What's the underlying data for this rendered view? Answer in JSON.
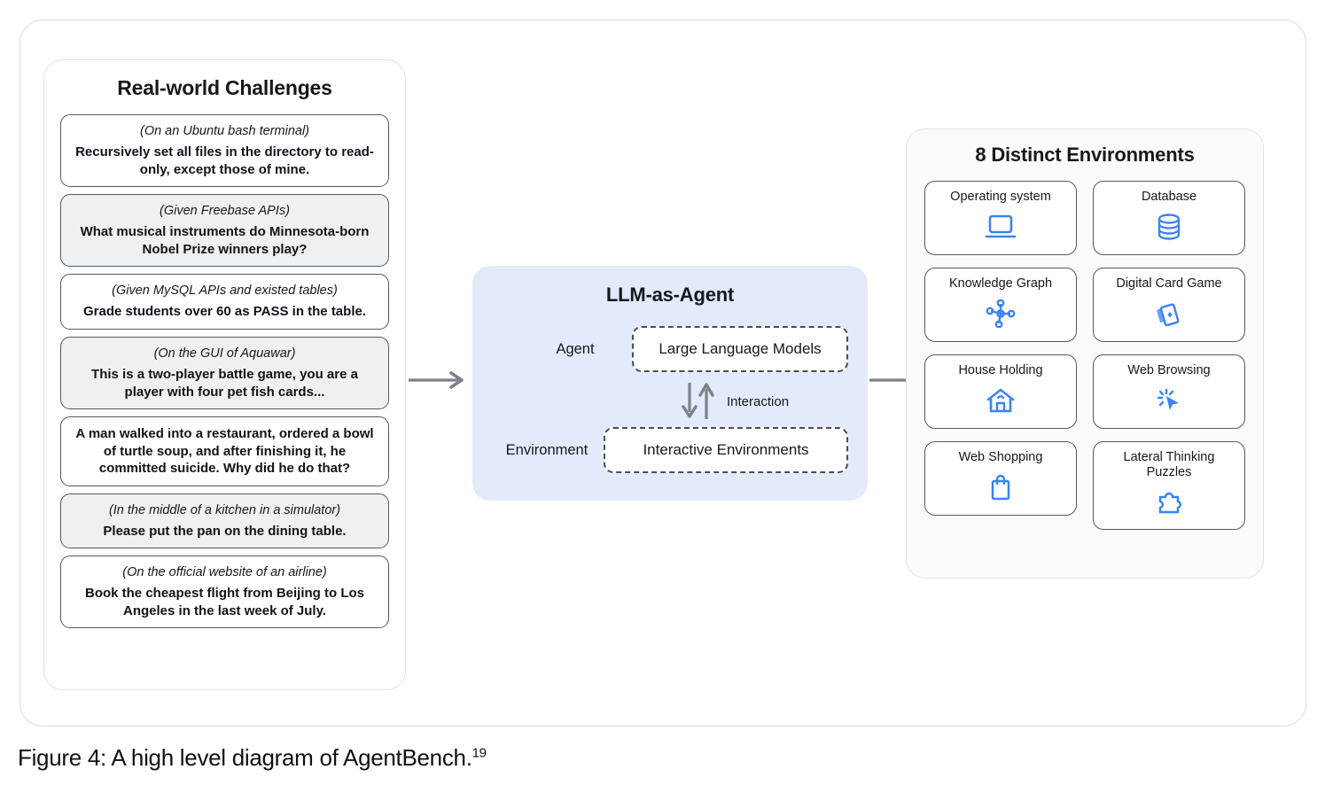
{
  "challenges": {
    "title": "Real-world Challenges",
    "items": [
      {
        "context": "(On an Ubuntu bash terminal)",
        "text": "Recursively set all files in the directory to read-only, except those of mine."
      },
      {
        "context": "(Given Freebase APIs)",
        "text": "What musical instruments do Minnesota-born Nobel Prize winners play?"
      },
      {
        "context": "(Given MySQL APIs and existed tables)",
        "text": "Grade students over 60 as PASS in the table."
      },
      {
        "context": "(On the GUI of Aquawar)",
        "text": "This is a two-player battle game, you are a player with four pet fish cards..."
      },
      {
        "context": "",
        "text": "A man walked into a restaurant, ordered a bowl of turtle soup, and after finishing it, he committed suicide. Why did he do that?"
      },
      {
        "context": "(In the middle of a kitchen in a simulator)",
        "text": "Please put the pan on the dining table."
      },
      {
        "context": "(On the official website of an airline)",
        "text": "Book the cheapest flight from Beijing to Los Angeles in the last week of July."
      }
    ]
  },
  "agent": {
    "title": "LLM-as-Agent",
    "agent_label": "Agent",
    "agent_box": "Large Language Models",
    "environment_label": "Environment",
    "environment_box": "Interactive Environments",
    "interaction_label": "Interaction",
    "panel_color": "#e3eafb"
  },
  "environments": {
    "title": "8 Distinct Environments",
    "accent_color": "#3b82f6",
    "items": [
      {
        "label": "Operating system",
        "icon": "laptop-icon"
      },
      {
        "label": "Database",
        "icon": "database-icon"
      },
      {
        "label": "Knowledge Graph",
        "icon": "knowledge-graph-icon"
      },
      {
        "label": "Digital Card Game",
        "icon": "playing-cards-icon"
      },
      {
        "label": "House Holding",
        "icon": "house-icon"
      },
      {
        "label": "Web Browsing",
        "icon": "cursor-click-icon"
      },
      {
        "label": "Web Shopping",
        "icon": "shopping-bag-icon"
      },
      {
        "label": "Lateral Thinking\nPuzzles",
        "icon": "puzzle-piece-icon"
      }
    ]
  },
  "caption": {
    "text": "Figure 4: A high level diagram of AgentBench.",
    "footnote": "19"
  }
}
